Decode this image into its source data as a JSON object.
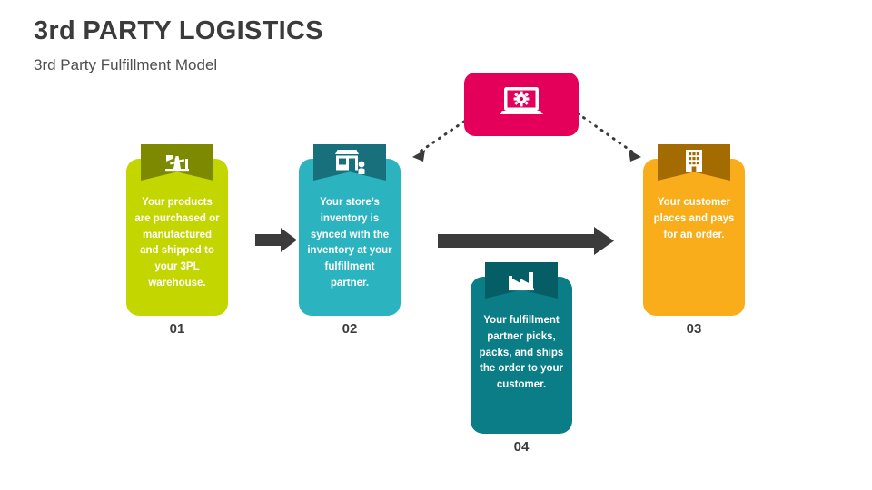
{
  "header": {
    "title": "3rd PARTY LOGISTICS",
    "subtitle": "3rd Party Fulfillment Model"
  },
  "colors": {
    "step01": "#c4d600",
    "step01_tab": "#7d8a00",
    "step02": "#2bb3c0",
    "step02_tab": "#17707c",
    "step03": "#f9ad1b",
    "step03_tab": "#a36b00",
    "step04": "#0a7d86",
    "step04_tab": "#055e66",
    "hub": "#e4005a",
    "arrow": "#3b3b3b",
    "title_text": "#3b3b3b"
  },
  "hub": {
    "icon": "laptop-gear-icon"
  },
  "steps": [
    {
      "number": "01",
      "icon": "oil-pump-icon",
      "text": "Your products are purchased or manufactured and shipped to your 3PL warehouse."
    },
    {
      "number": "02",
      "icon": "storefront-icon",
      "text": "Your store’s inventory is synced with the inventory at your fulfillment partner."
    },
    {
      "number": "03",
      "icon": "office-building-icon",
      "text": "Your customer places and pays for an order."
    },
    {
      "number": "04",
      "icon": "factory-icon",
      "text": "Your fulfillment partner picks, packs, and ships the order to your customer."
    }
  ],
  "connectors": [
    {
      "name": "arrow-step01-to-step02",
      "style": "solid"
    },
    {
      "name": "arrow-step04-to-step03",
      "style": "solid"
    },
    {
      "name": "arrow-hub-to-step02",
      "style": "dotted"
    },
    {
      "name": "arrow-hub-to-step03",
      "style": "dotted"
    }
  ]
}
